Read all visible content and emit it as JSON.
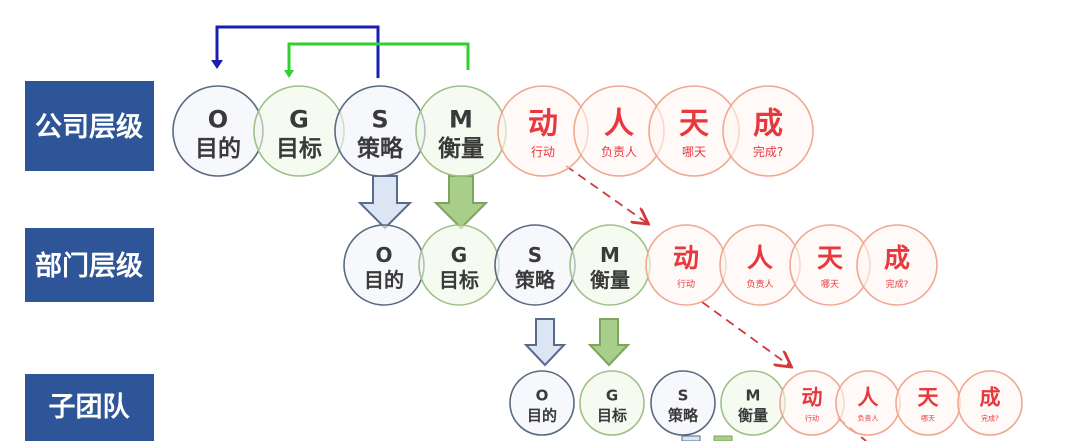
{
  "levels": [
    {
      "label": "公司层级"
    },
    {
      "label": "部门层级"
    },
    {
      "label": "子团队"
    }
  ],
  "ogsm": [
    {
      "letter": "O",
      "word": "目的",
      "kind": "blue"
    },
    {
      "letter": "G",
      "word": "目标",
      "kind": "green"
    },
    {
      "letter": "S",
      "word": "策略",
      "kind": "blue"
    },
    {
      "letter": "M",
      "word": "衡量",
      "kind": "green"
    }
  ],
  "actions": [
    {
      "letter": "动",
      "word": "行动"
    },
    {
      "letter": "人",
      "word": "负责人"
    },
    {
      "letter": "天",
      "word": "哪天"
    },
    {
      "letter": "成",
      "word": "完成?"
    }
  ],
  "colors": {
    "level_box": "#2e5597",
    "blue_line": "#1a1fb0",
    "green_line": "#2fd12f",
    "red": "#e8383d",
    "blue_circle": "#5a6a80",
    "green_circle": "#9fc08a",
    "red_circle": "#f0a890"
  }
}
